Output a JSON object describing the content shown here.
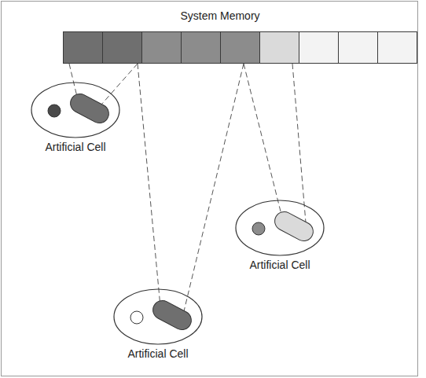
{
  "diagram": {
    "nodes": [
      {
        "text": [
          "System Memory"
        ]
      },
      {
        "text": [
          "Artificial Cell"
        ]
      },
      {
        "text": [
          "Artificial Cell"
        ]
      },
      {
        "text": [
          "Artificial Cell"
        ]
      }
    ],
    "edges": [
      {
        "from": 0,
        "to": 1,
        "arrow": "none"
      },
      {
        "from": 0,
        "to": 1,
        "arrow": "none"
      },
      {
        "from": 0,
        "to": 3,
        "arrow": "none"
      },
      {
        "from": 0,
        "to": 3,
        "arrow": "none"
      },
      {
        "from": 0,
        "to": 2,
        "arrow": "none"
      },
      {
        "from": 0,
        "to": 2,
        "arrow": "none"
      }
    ]
  }
}
